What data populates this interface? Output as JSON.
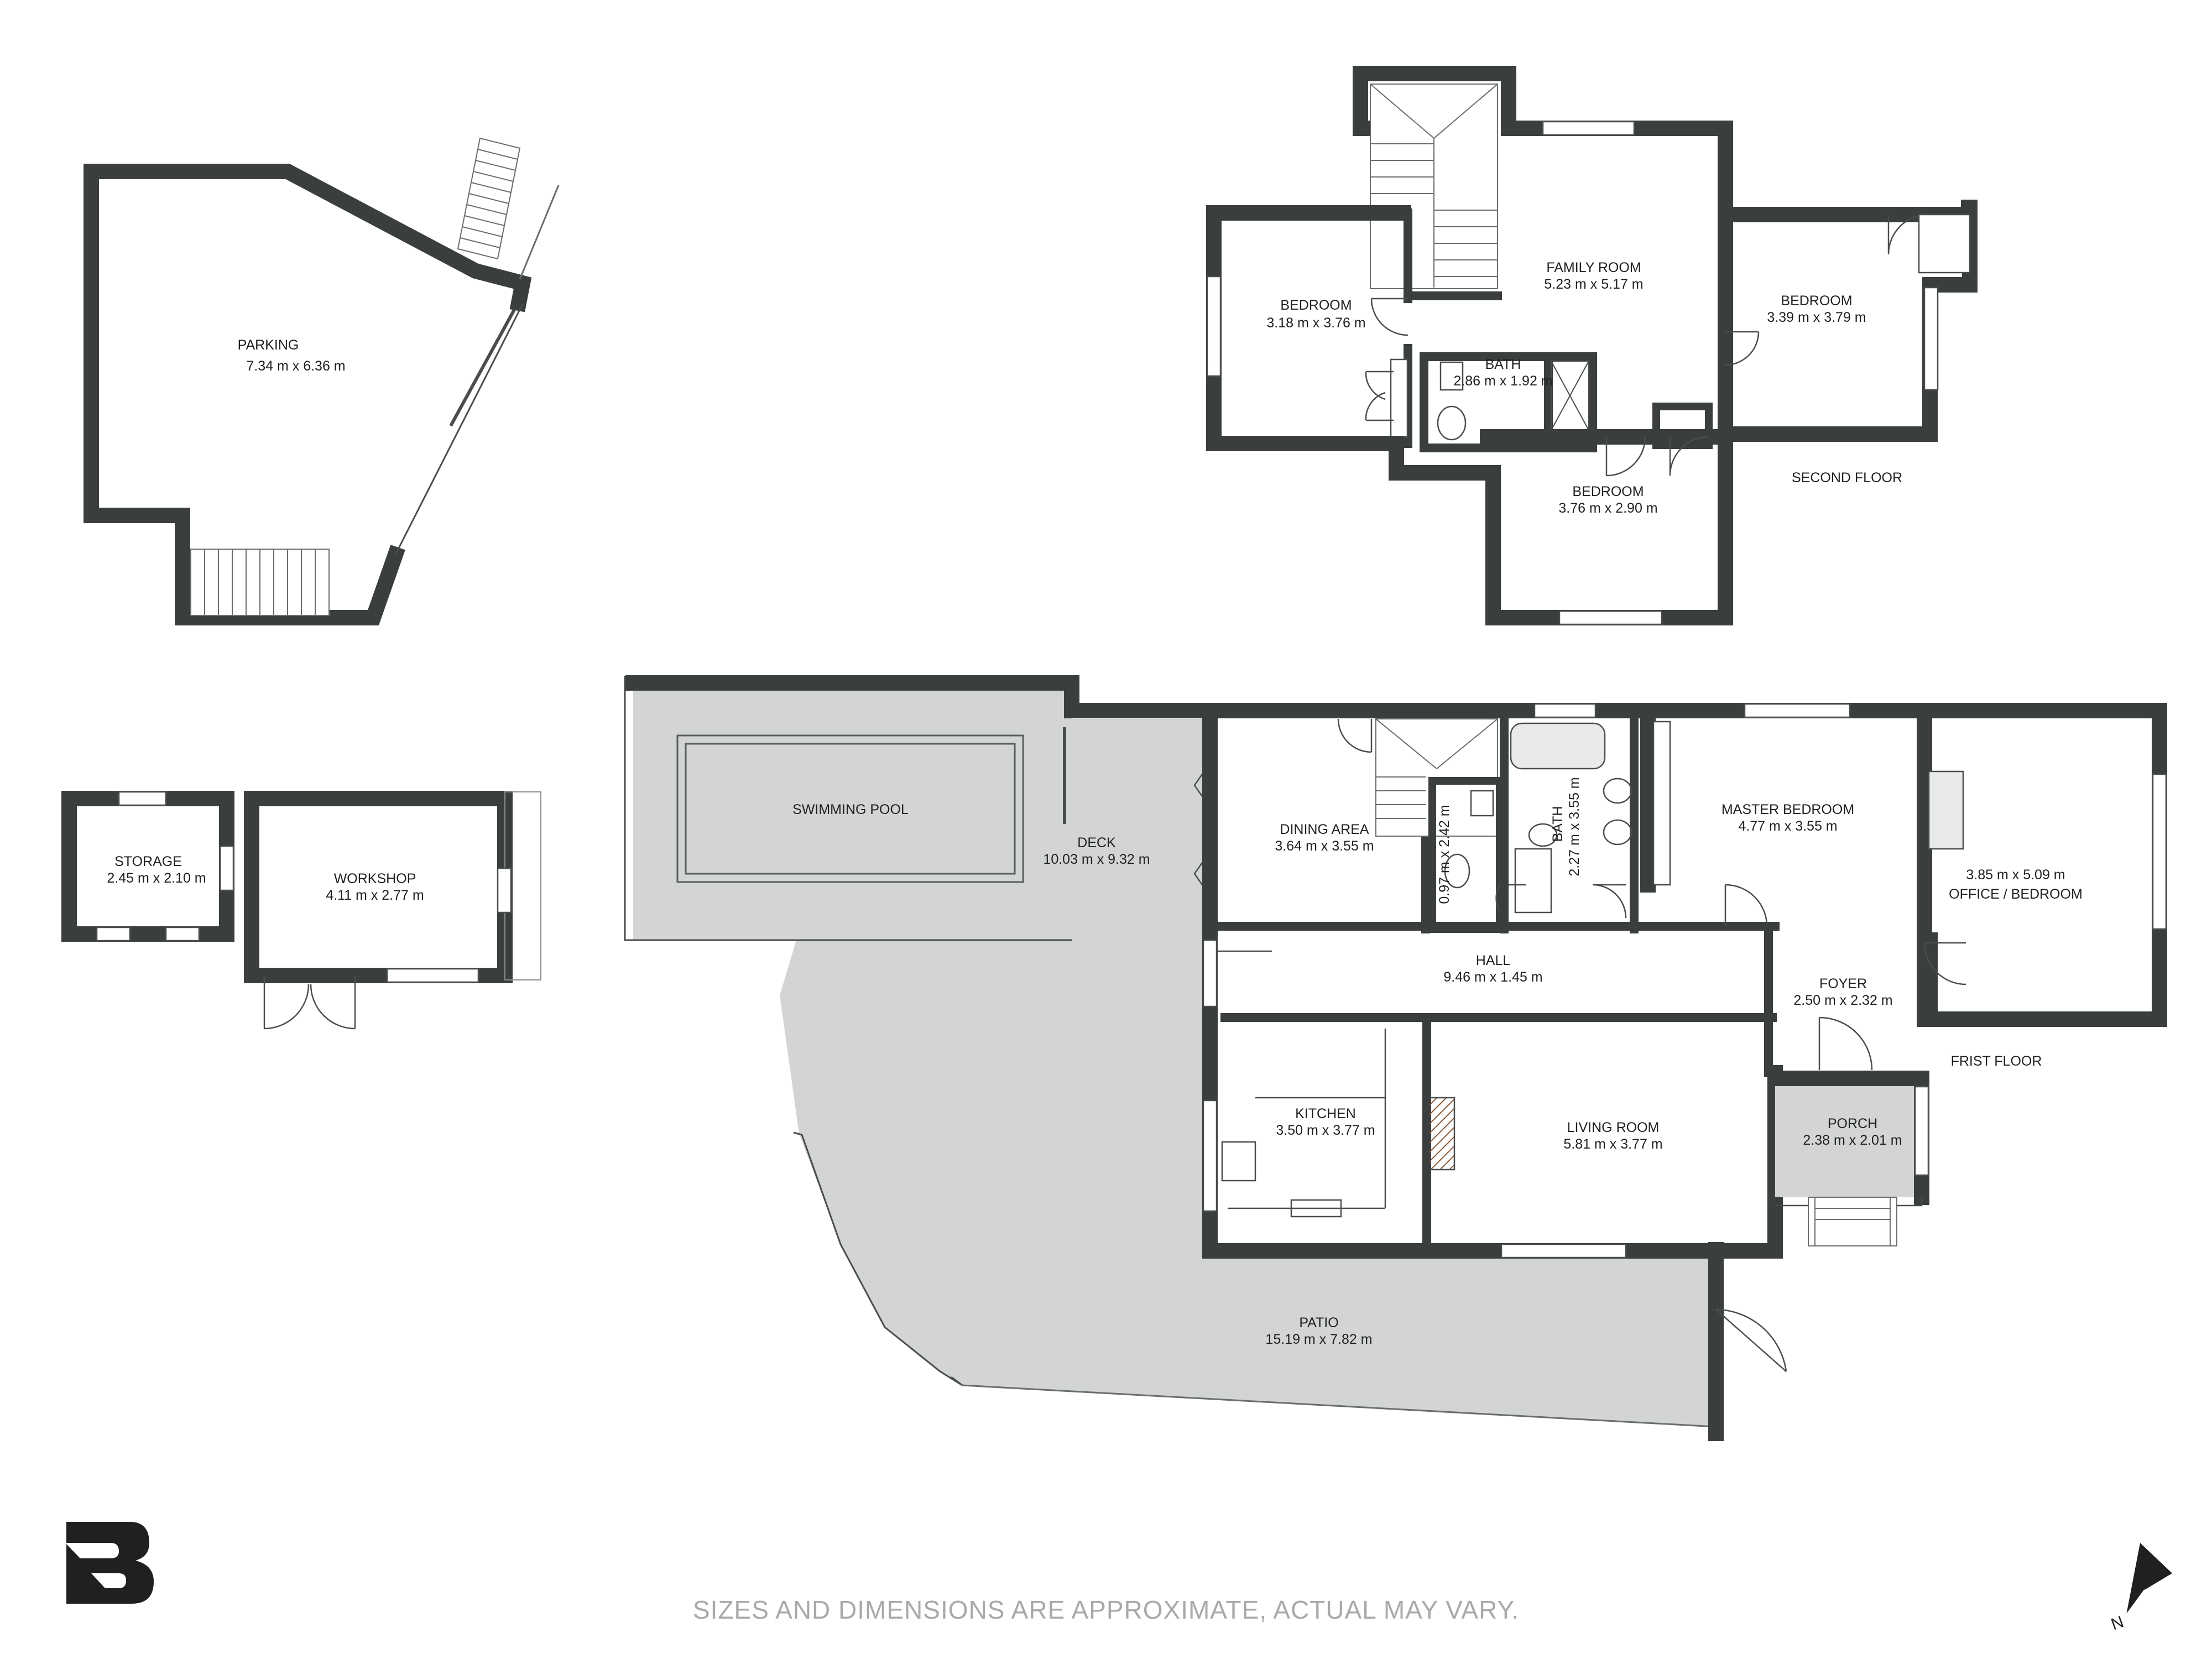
{
  "disclaimer": "SIZES AND DIMENSIONS ARE APPROXIMATE, ACTUAL MAY VARY.",
  "compass_label": "N",
  "colors": {
    "wall": "#3b3e3e",
    "outdoor_floor": "#d3d4d4",
    "disclaimer": "#a8aaaa"
  },
  "logo_icon": "brand-logo-icon",
  "floors": {
    "second": "SECOND FLOOR",
    "first": "FRIST FLOOR"
  },
  "rooms": {
    "parking": {
      "name": "PARKING",
      "dim": "7.34 m x 6.36 m"
    },
    "storage": {
      "name": "STORAGE",
      "dim": "2.45 m x 2.10 m"
    },
    "workshop": {
      "name": "WORKSHOP",
      "dim": "4.11 m x 2.77 m"
    },
    "swimming_pool": {
      "name": "SWIMMING POOL"
    },
    "deck": {
      "name": "DECK",
      "dim": "10.03 m x 9.32 m"
    },
    "patio": {
      "name": "PATIO",
      "dim": "15.19 m x 7.82 m"
    },
    "dining_area": {
      "name": "DINING AREA",
      "dim": "3.64 m x 3.55 m"
    },
    "wc": {
      "dim": "0.97 m x 2.42 m"
    },
    "bath_first": {
      "name": "BATH",
      "dim": "2.27 m x 3.55 m"
    },
    "master_bedroom": {
      "name": "MASTER BEDROOM",
      "dim": "4.77 m x 3.55 m"
    },
    "office_bedroom": {
      "name": "OFFICE / BEDROOM",
      "dim": "3.85 m x 5.09 m"
    },
    "hall": {
      "name": "HALL",
      "dim": "9.46 m x 1.45 m"
    },
    "foyer": {
      "name": "FOYER",
      "dim": "2.50 m x 2.32 m"
    },
    "kitchen": {
      "name": "KITCHEN",
      "dim": "3.50 m x 3.77 m"
    },
    "living_room": {
      "name": "LIVING ROOM",
      "dim": "5.81 m x 3.77 m"
    },
    "porch": {
      "name": "PORCH",
      "dim": "2.38 m x 2.01 m"
    },
    "bedroom_west": {
      "name": "BEDROOM",
      "dim": "3.18 m x 3.76 m"
    },
    "family_room": {
      "name": "FAMILY ROOM",
      "dim": "5.23 m x 5.17 m"
    },
    "bath_second": {
      "name": "BATH",
      "dim": "2.86 m x 1.92 m"
    },
    "bedroom_east": {
      "name": "BEDROOM",
      "dim": "3.39 m x 3.79 m"
    },
    "bedroom_south": {
      "name": "BEDROOM",
      "dim": "3.76 m x 2.90 m"
    }
  }
}
